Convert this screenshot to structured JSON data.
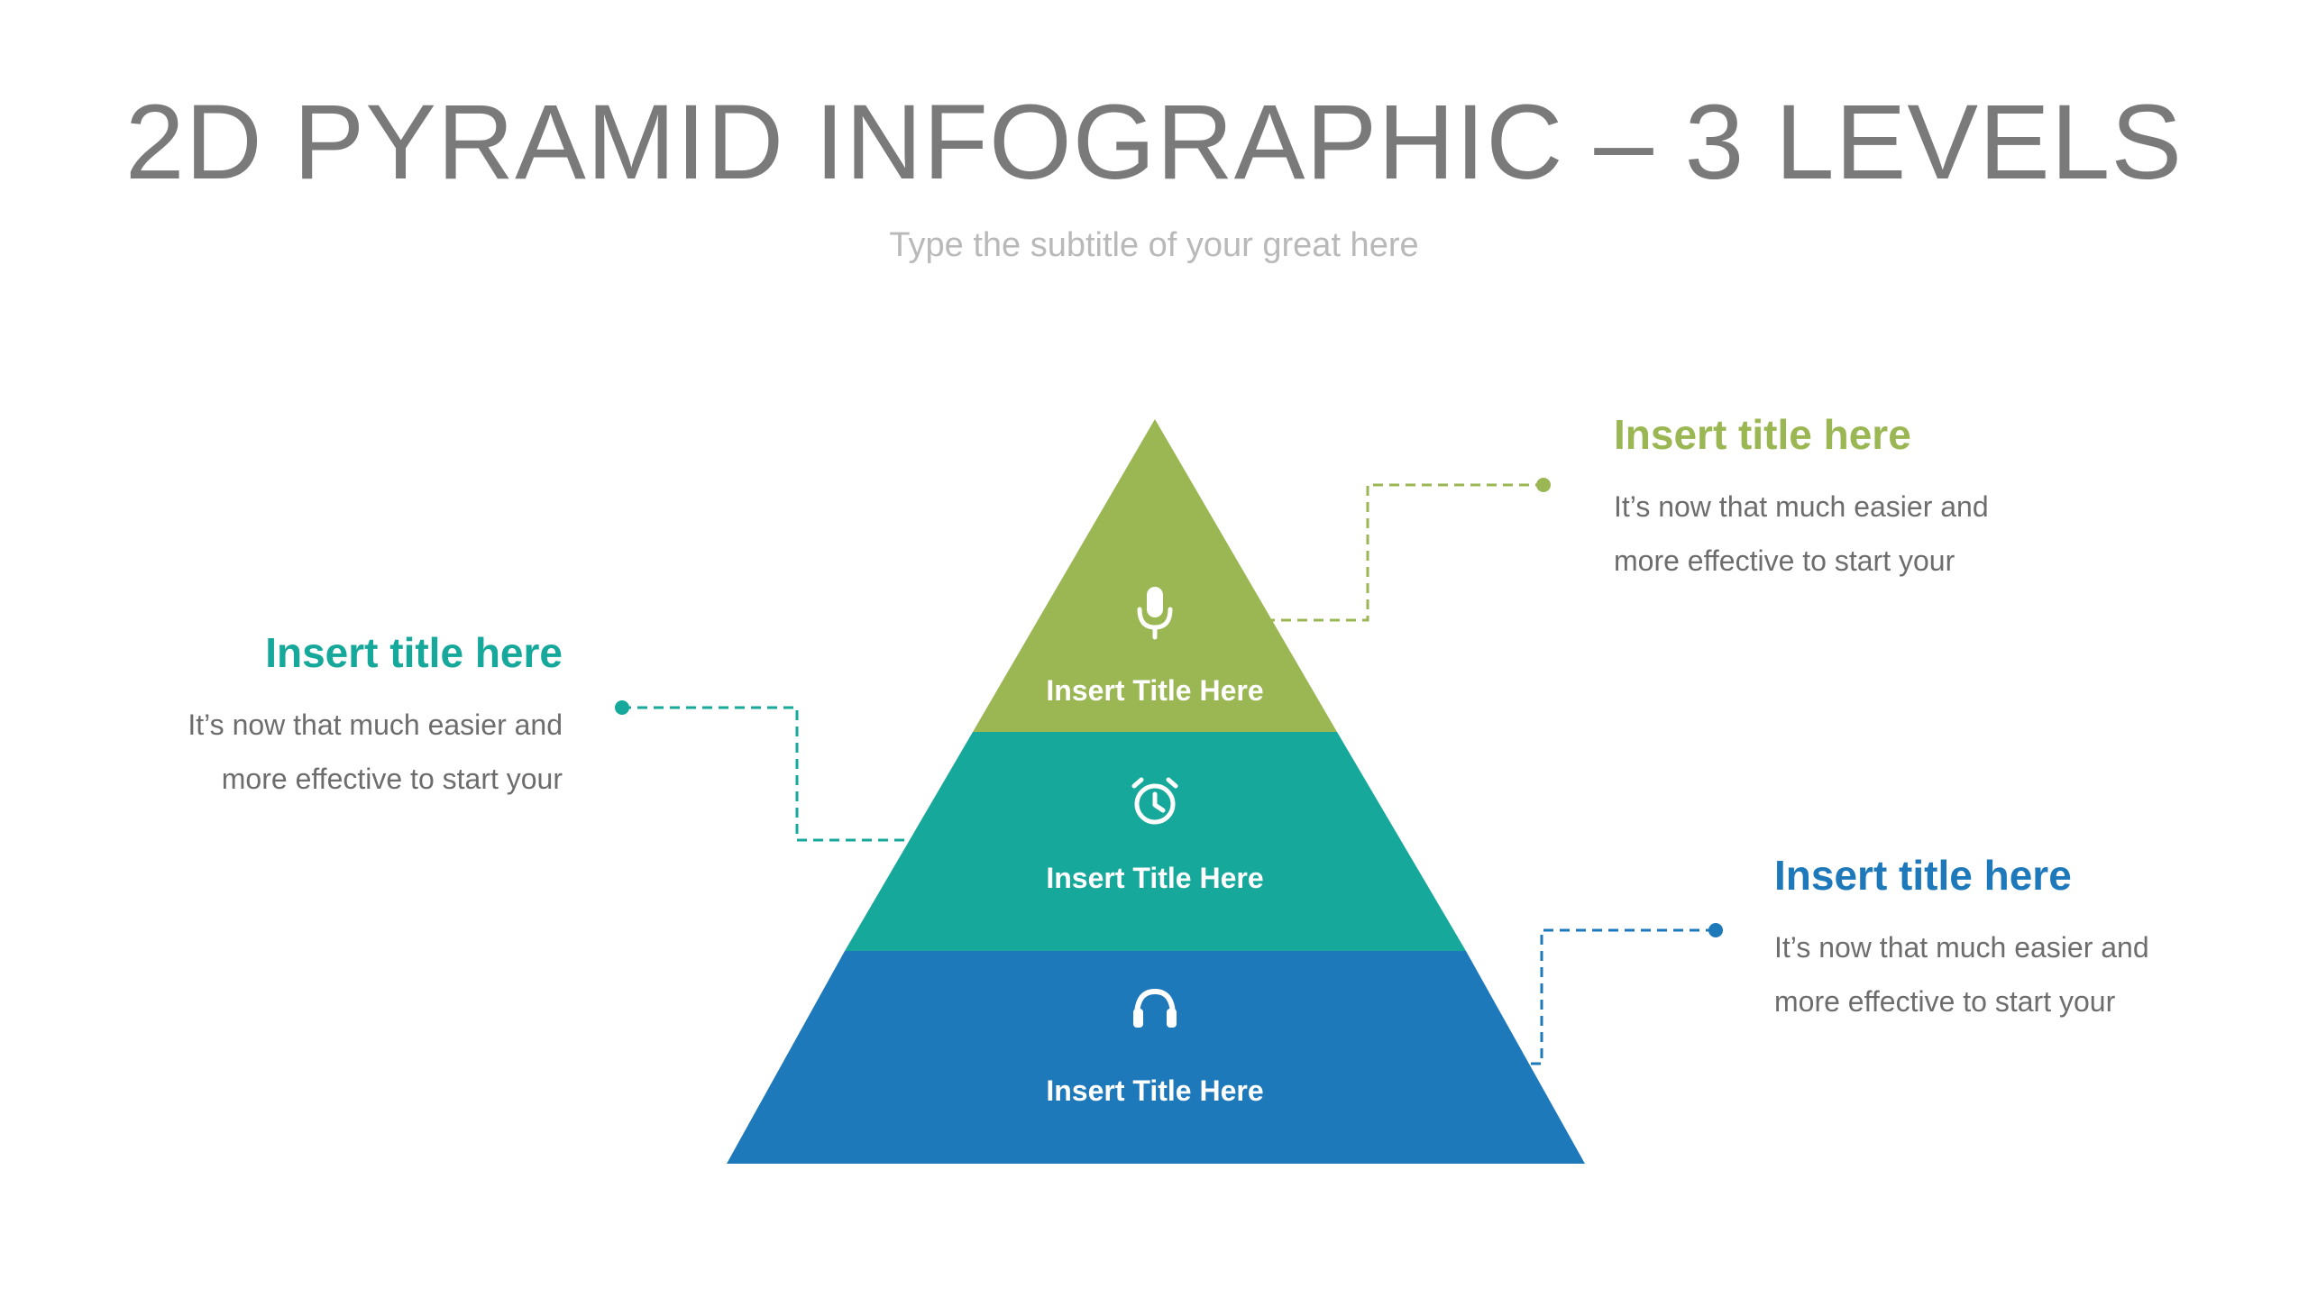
{
  "slide": {
    "title": "2D PYRAMID INFOGRAPHIC – 3 LEVELS",
    "subtitle": "Type the subtitle of your great here"
  },
  "colors": {
    "top": "#9bb754",
    "middle": "#16a89a",
    "bottom": "#1e79bb",
    "title_text": "#7a7a7a",
    "subtitle_text": "#b9b9b9",
    "body_text": "#6d6d6d"
  },
  "pyramid": {
    "levels": [
      {
        "label": "Insert Title Here",
        "icon": "microphone-icon",
        "color": "#9bb754"
      },
      {
        "label": "Insert Title Here",
        "icon": "alarm-clock-icon",
        "color": "#16a89a"
      },
      {
        "label": "Insert Title Here",
        "icon": "headphones-icon",
        "color": "#1e79bb"
      }
    ]
  },
  "callouts": {
    "top": {
      "title": "Insert title here",
      "line1": "It’s now that much easier and",
      "line2": "more effective to start your"
    },
    "middle": {
      "title": "Insert title here",
      "line1": "It’s now that much easier and",
      "line2": "more effective to start your"
    },
    "bottom": {
      "title": "Insert title here",
      "line1": "It’s now that much easier and",
      "line2": "more effective to start your"
    }
  }
}
